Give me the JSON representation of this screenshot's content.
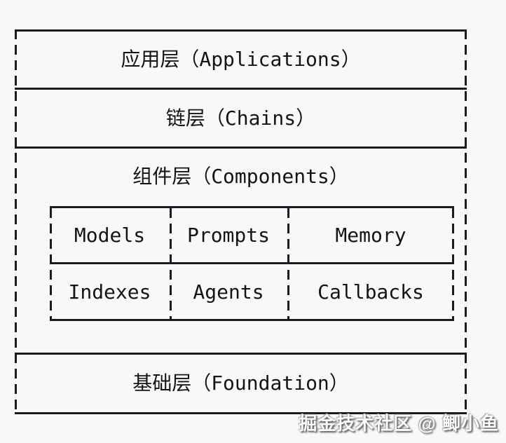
{
  "colors": {
    "bg": "#f7f8fa",
    "line": "#1b1b1f",
    "text": "#141414",
    "wm": "#fafafa"
  },
  "layers": [
    {
      "name": "applications",
      "label": "应用层（Applications）"
    },
    {
      "name": "chains",
      "label": "链层（Chains）"
    },
    {
      "name": "components",
      "label": "组件层（Components）",
      "grid": {
        "rows": [
          [
            "Models",
            "Prompts",
            "Memory"
          ],
          [
            "Indexes",
            "Agents",
            "Callbacks"
          ]
        ]
      }
    },
    {
      "name": "foundation",
      "label": "基础层（Foundation）"
    }
  ],
  "watermark": {
    "text": "掘金技术社区 @ 鲫小鱼"
  }
}
